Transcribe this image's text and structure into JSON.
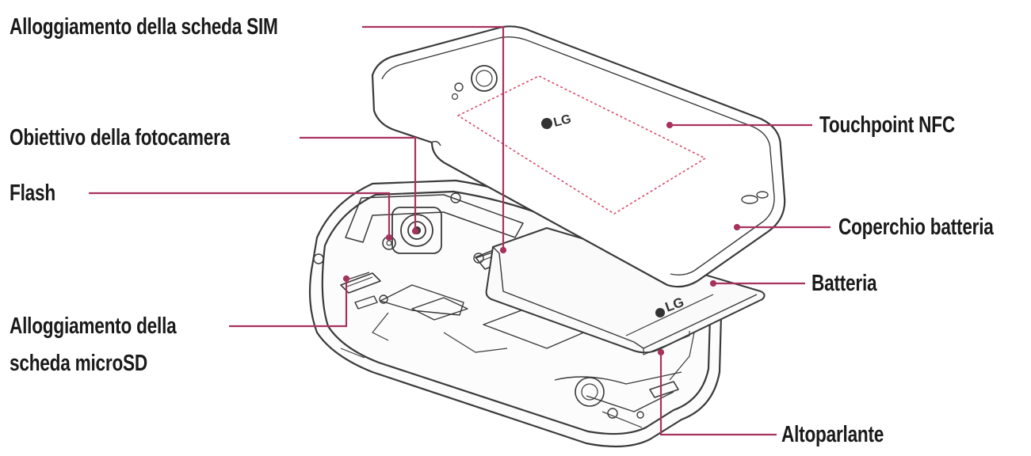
{
  "labels": {
    "sim_slot": "Alloggiamento della scheda SIM",
    "camera_lens": "Obiettivo della fotocamera",
    "flash": "Flash",
    "microsd_line1": "Alloggiamento della",
    "microsd_line2": "scheda microSD",
    "nfc": "Touchpoint NFC",
    "battery_cover": "Coperchio batteria",
    "battery": "Batteria",
    "speaker": "Altoparlante"
  },
  "logo_text": "LG",
  "colors": {
    "leader_line": "#a8325e",
    "outline": "#3a3a3a",
    "nfc_dashed": "#d64a6a",
    "label_text": "#1a1a1a"
  }
}
